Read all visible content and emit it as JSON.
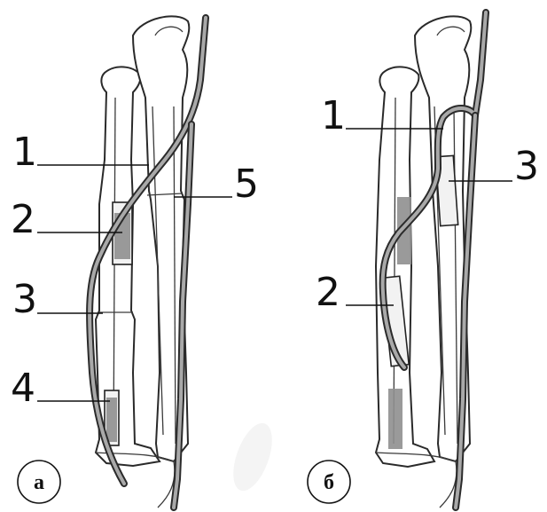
{
  "panels": [
    {
      "id": "a",
      "letter": "а",
      "labels": [
        "1",
        "2",
        "3",
        "4",
        "5"
      ]
    },
    {
      "id": "b",
      "letter": "б",
      "labels": [
        "1",
        "2",
        "3"
      ]
    }
  ]
}
